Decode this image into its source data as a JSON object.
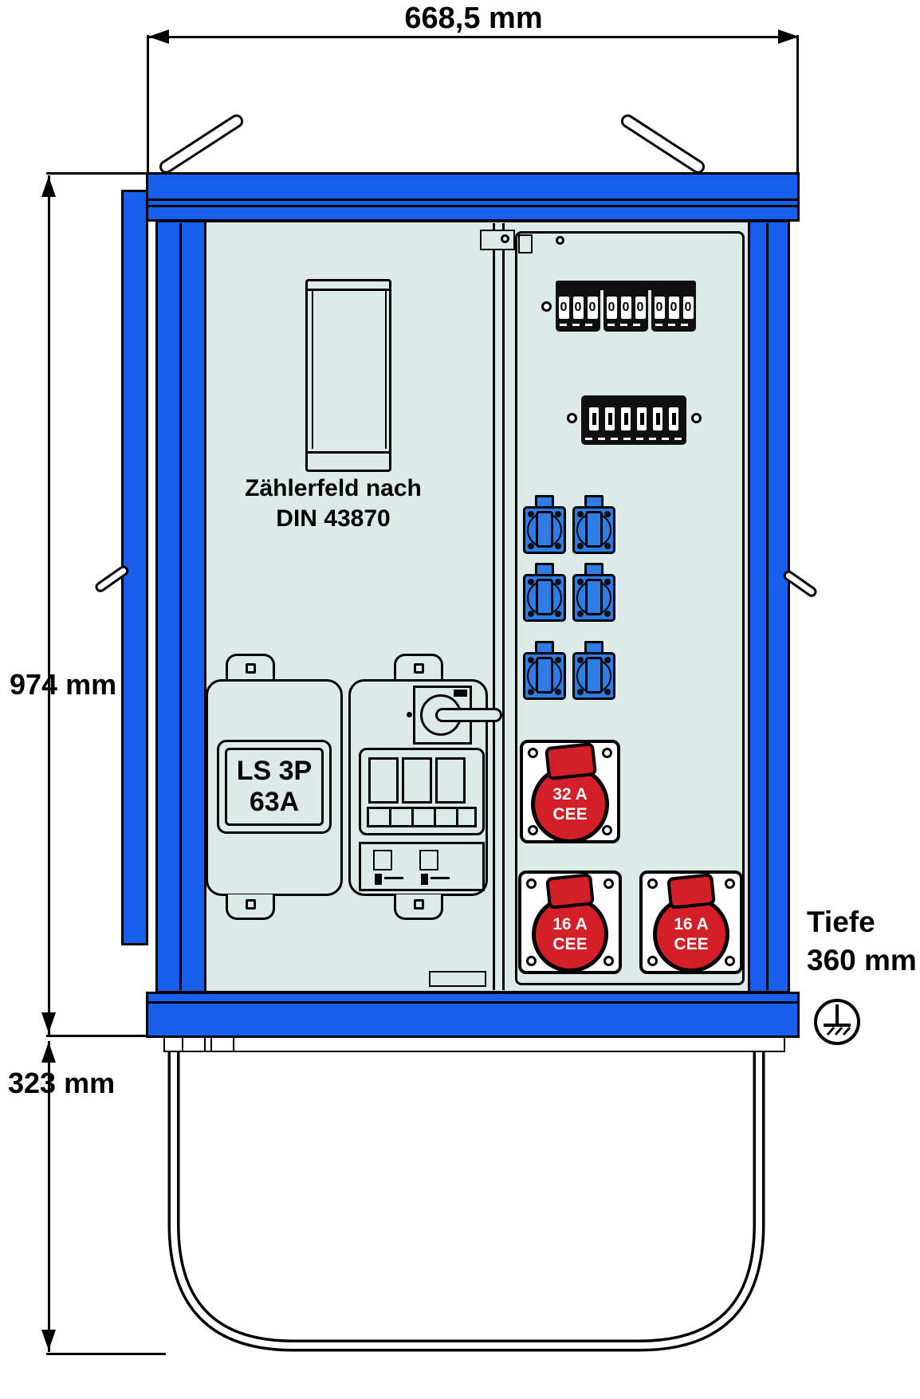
{
  "colors": {
    "cabinet_blue": "#1660ec",
    "socket_blue": "#2f7de4",
    "cee_red": "#d31f27",
    "panel_grey": "#dcebe7"
  },
  "dimensions": {
    "width": "668,5 mm",
    "height": "974 mm",
    "stand_height": "323 mm",
    "depth_label": "Tiefe",
    "depth_value": "360 mm"
  },
  "meter_field": {
    "line1": "Zählerfeld nach",
    "line2": "DIN 43870"
  },
  "main_breaker_label": {
    "line1": "LS 3P",
    "line2": "63A"
  },
  "cee_sockets": [
    {
      "rating": "32 A",
      "type": "CEE"
    },
    {
      "rating": "16 A",
      "type": "CEE"
    },
    {
      "rating": "16 A",
      "type": "CEE"
    }
  ],
  "breakers": {
    "row1": {
      "groups": 3,
      "poles_per_group": 3,
      "toggle_label": "0"
    },
    "row2": {
      "modules": 6
    }
  },
  "schuko_sockets": {
    "count": 6,
    "rows": 3,
    "columns": 2
  },
  "icons": {
    "earth": "protective-earth-symbol"
  }
}
